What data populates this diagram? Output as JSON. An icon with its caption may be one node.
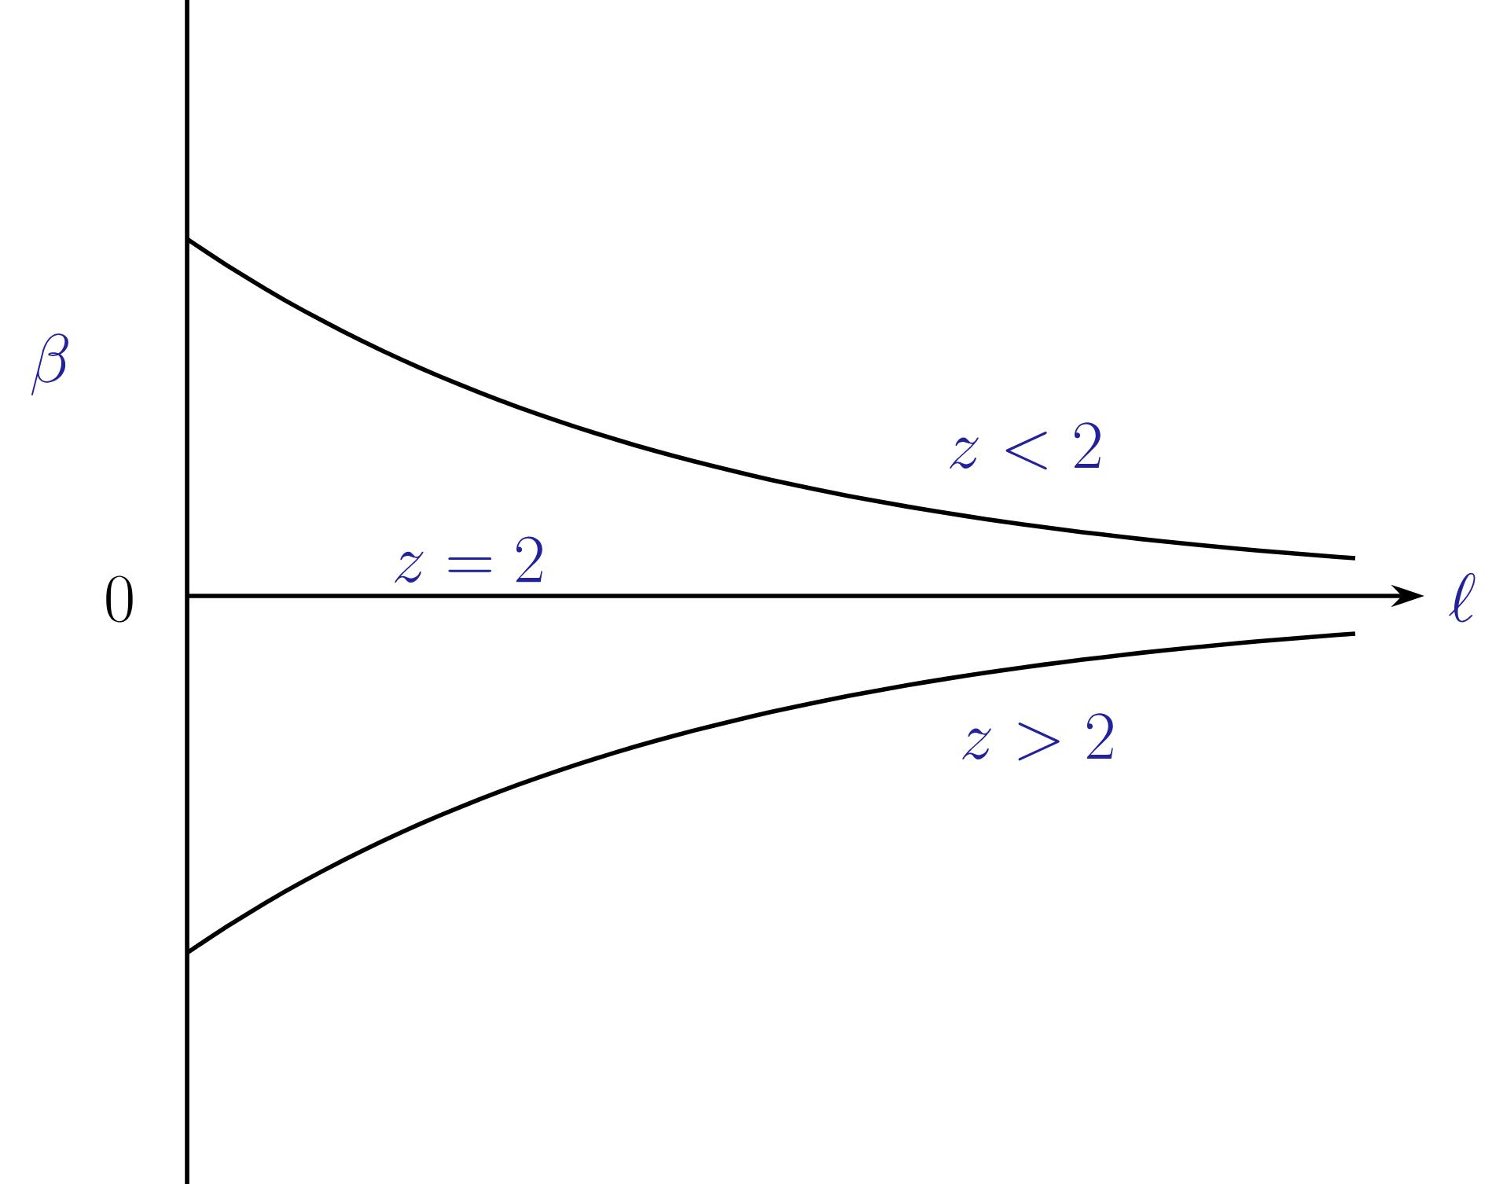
{
  "diagram": {
    "labels": [
      "\\beta",
      "z<2",
      "z=2",
      "0",
      "\\ell",
      "z>2"
    ]
  }
}
